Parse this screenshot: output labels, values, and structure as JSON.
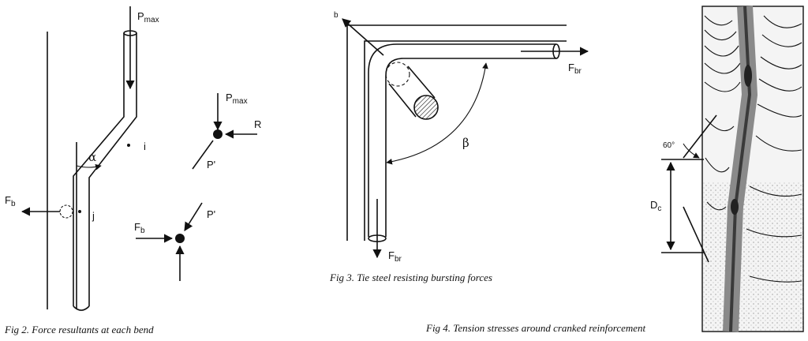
{
  "fig2": {
    "labels": {
      "pmax_top": {
        "main": "P",
        "sub": "max"
      },
      "alpha": "α",
      "i": "i",
      "j": "j",
      "fb_left": {
        "main": "F",
        "sub": "b"
      },
      "pmax_node": {
        "main": "P",
        "sub": "max"
      },
      "r": "R",
      "pprime_upper": "P'",
      "pprime_lower": "P'",
      "fb_node": {
        "main": "F",
        "sub": "b"
      }
    },
    "caption": "Fig 2. Force resultants at each bend"
  },
  "fig3": {
    "labels": {
      "b": "b",
      "fbr_right": {
        "main": "F",
        "sub": "br"
      },
      "beta": "β",
      "fbr_bottom": {
        "main": "F",
        "sub": "br"
      }
    },
    "caption": "Fig 3. Tie steel resisting bursting forces"
  },
  "fig4": {
    "labels": {
      "angle": "60°",
      "dc": {
        "main": "D",
        "sub": "c"
      }
    },
    "caption": "Fig 4. Tension stresses around cranked reinforcement"
  }
}
